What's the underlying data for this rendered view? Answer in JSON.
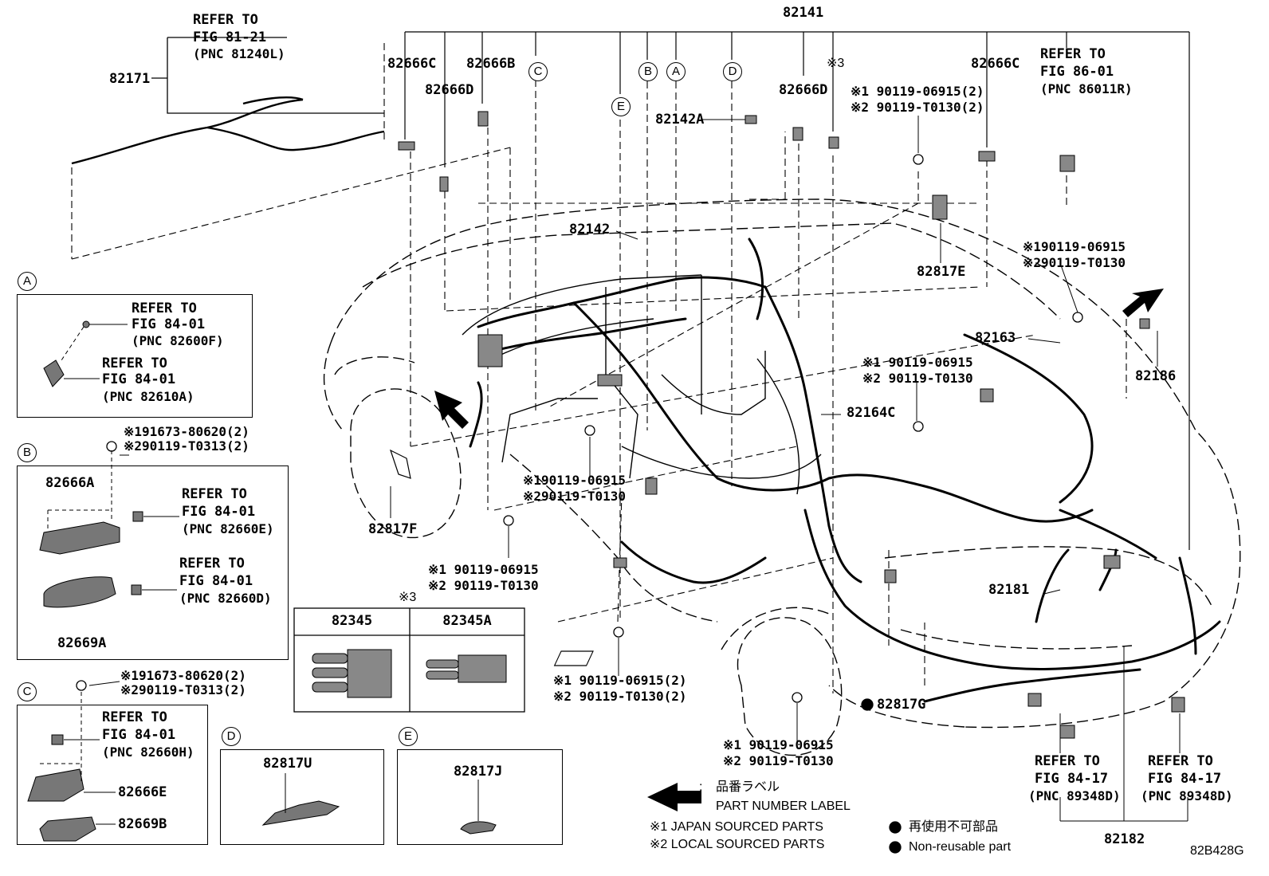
{
  "top_assembly": "82141",
  "labels": {
    "p82171": "82171",
    "refer_81_21_a": "REFER TO",
    "refer_81_21_b": "FIG 81-21",
    "refer_81_21_c": "(PNC 81240L)",
    "p82666C_left": "82666C",
    "p82666B": "82666B",
    "p82666D_left": "82666D",
    "p82142A": "82142A",
    "p82666D_right": "82666D",
    "note3_top": "※3",
    "bolt_top_1": "※1 90119-06915(2)",
    "bolt_top_2": "※2 90119-T0130(2)",
    "p82666C_right": "82666C",
    "refer_86_a": "REFER TO",
    "refer_86_b": "FIG 86-01",
    "refer_86_c": "(PNC 86011R)",
    "p82142": "82142",
    "p82817E": "82817E",
    "bolt_r_1": "※190119-06915",
    "bolt_r_2": "※290119-T0130",
    "p82163": "82163",
    "p82186": "82186",
    "bolt_m_1": "※1 90119-06915",
    "bolt_m_2": "※2 90119-T0130",
    "p82164C": "82164C",
    "bolt_c_1": "※190119-06915",
    "bolt_c_2": "※290119-T0130",
    "p82817F": "82817F",
    "bolt_l_1": "※1 90119-06915",
    "bolt_l_2": "※2 90119-T0130",
    "p82181": "82181",
    "bolt_b_1": "※1 90119-06915(2)",
    "bolt_b_2": "※2 90119-T0130(2)",
    "p82817G": "82817G",
    "bolt_bb_1": "※1 90119-06915",
    "bolt_bb_2": "※2 90119-T0130",
    "refer_84_17_a1": "REFER TO",
    "refer_84_17_a2": "FIG 84-17",
    "refer_84_17_a3": "(PNC 89348D)",
    "refer_84_17_b1": "REFER TO",
    "refer_84_17_b2": "FIG 84-17",
    "refer_84_17_b3": "(PNC 89348D)",
    "p82182": "82182",
    "diagram_code": "82B428G"
  },
  "callouts": {
    "A": "A",
    "B": "B",
    "C": "C",
    "D": "D",
    "E": "E"
  },
  "inset_A": {
    "ref1_a": "REFER TO",
    "ref1_b": "FIG 84-01",
    "ref1_c": "(PNC 82600F)",
    "ref2_a": "REFER TO",
    "ref2_b": "FIG 84-01",
    "ref2_c": "(PNC 82610A)"
  },
  "inset_B": {
    "bolt1": "※191673-80620(2)",
    "bolt2": "※290119-T0313(2)",
    "p82666A": "82666A",
    "ref1_a": "REFER TO",
    "ref1_b": "FIG 84-01",
    "ref1_c": "(PNC 82660E)",
    "ref2_a": "REFER TO",
    "ref2_b": "FIG 84-01",
    "ref2_c": "(PNC 82660D)",
    "p82669A": "82669A"
  },
  "inset_C": {
    "bolt1": "※191673-80620(2)",
    "bolt2": "※290119-T0313(2)",
    "ref_a": "REFER TO",
    "ref_b": "FIG 84-01",
    "ref_c": "(PNC 82660H)",
    "p82666E": "82666E",
    "p82669B": "82669B"
  },
  "inset_D": {
    "part": "82817U"
  },
  "inset_E": {
    "part": "82817J"
  },
  "fuse_table": {
    "note": "※3",
    "col1": "82345",
    "col2": "82345A"
  },
  "legend": {
    "label_jp": "品番ラベル",
    "label_en": "PART NUMBER LABEL",
    "colon": ":",
    "japan": "※1 JAPAN SOURCED PARTS",
    "local": "※2 LOCAL SOURCED PARTS",
    "nonreuse_jp": "再使用不可部品",
    "nonreuse_en": "Non-reusable part"
  }
}
